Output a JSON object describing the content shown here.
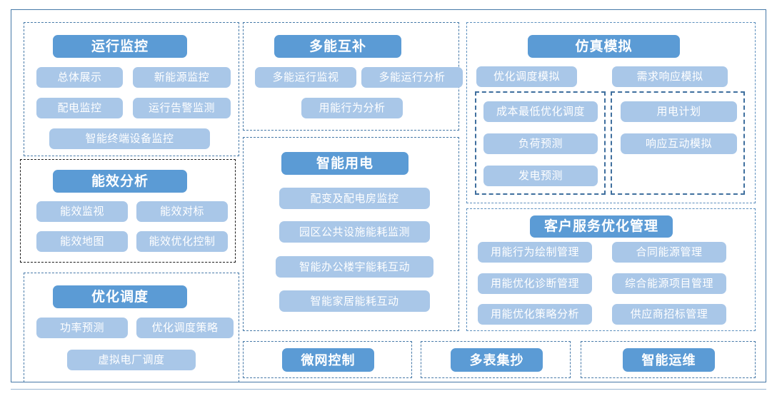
{
  "theme": {
    "header_pill_color": "#5b9bd5",
    "item_pill_color": "#a9c7e8",
    "panel_border_color": "#4679a8",
    "panel_border_color_alt": "#1a1a1a",
    "subpanel_border_color": "#3f6f9e",
    "outer_frame_color": "#4679a8",
    "text_on_pill": "#ffffff",
    "page_background": "#ffffff"
  },
  "panels": {
    "operation_monitoring": {
      "title": "运行监控",
      "items": [
        "总体展示",
        "新能源监控",
        "配电监控",
        "运行告警监测",
        "智能终端设备监控"
      ]
    },
    "energy_efficiency_analysis": {
      "title": "能效分析",
      "items": [
        "能效监视",
        "能效对标",
        "能效地图",
        "能效优化控制"
      ]
    },
    "optimal_dispatch": {
      "title": "优化调度",
      "items": [
        "功率预测",
        "优化调度策略",
        "虚拟电厂调度"
      ]
    },
    "multi_energy_complementary": {
      "title": "多能互补",
      "items": [
        "多能运行监视",
        "多能运行分析",
        "用能行为分析"
      ]
    },
    "smart_electricity": {
      "title": "智能用电",
      "items": [
        "配变及配电房监控",
        "园区公共设施能耗监测",
        "智能办公楼宇能耗互动",
        "智能家居能耗互动"
      ]
    },
    "simulation": {
      "title": "仿真模拟",
      "items": [
        "优化调度模拟",
        "需求响应模拟"
      ],
      "subgroups": [
        {
          "name": "dispatch-simulation-group",
          "items": [
            "成本最低优化调度",
            "负荷预测",
            "发电预测"
          ]
        },
        {
          "name": "demand-response-group",
          "items": [
            "用电计划",
            "响应互动模拟"
          ]
        }
      ]
    },
    "customer_service_optimization": {
      "title": "客户服务优化管理",
      "items": [
        "用能行为绘制管理",
        "合同能源管理",
        "用能优化诊断管理",
        "综合能源项目管理",
        "用能优化策略分析",
        "供应商招标管理"
      ]
    },
    "microgrid_control": {
      "title": "微网控制"
    },
    "multi_meter_reading": {
      "title": "多表集抄"
    },
    "intelligent_operation": {
      "title": "智能运维"
    }
  }
}
